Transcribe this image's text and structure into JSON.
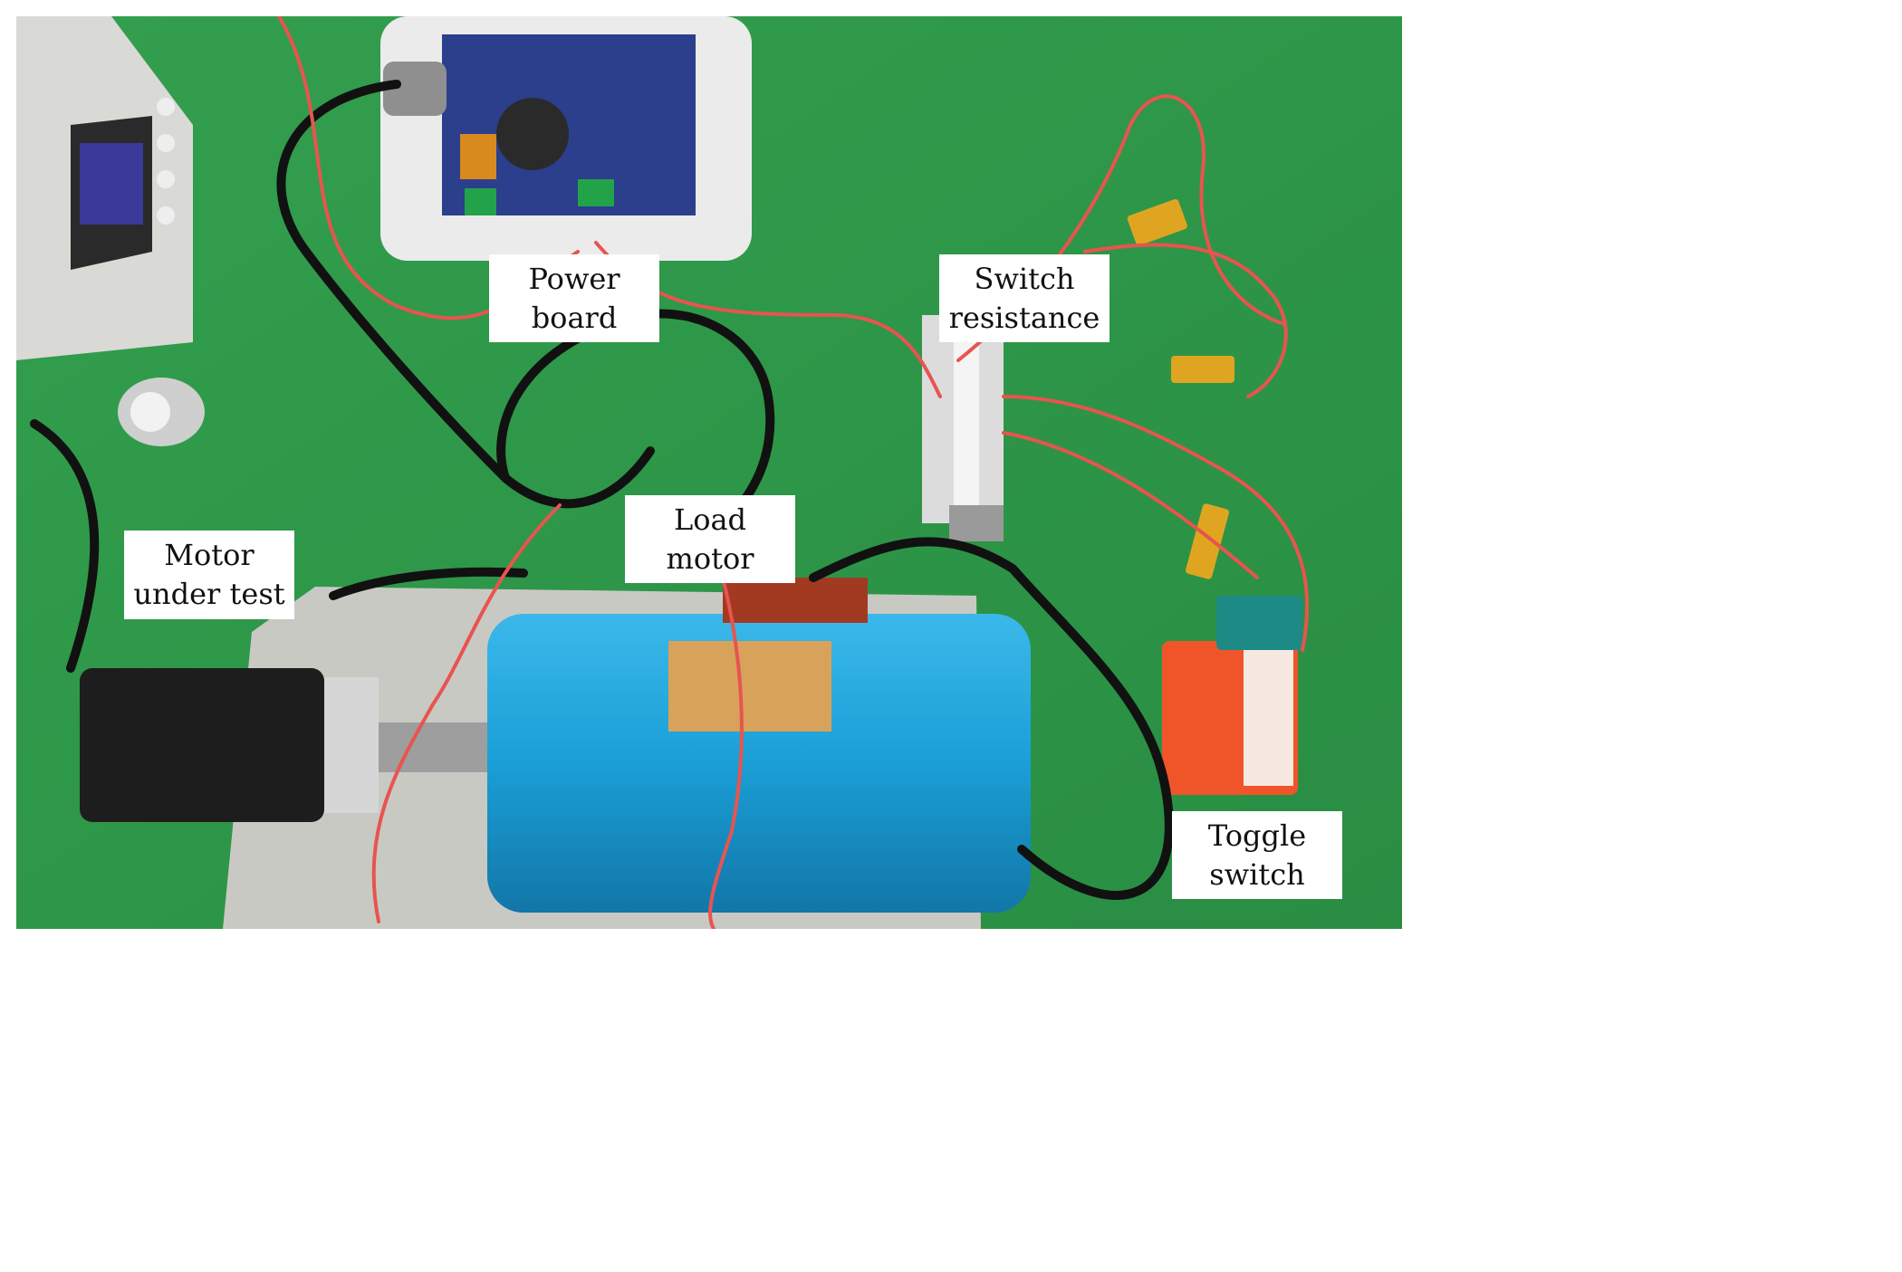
{
  "labels": {
    "power_board": [
      "Power",
      "board"
    ],
    "switch_resistance": [
      "Switch",
      "resistance"
    ],
    "load_motor": [
      "Load",
      "motor"
    ],
    "motor_under_test": [
      "Motor",
      "under test"
    ],
    "toggle_switch": [
      "Toggle",
      "switch"
    ]
  },
  "colors": {
    "bench_green": "#2f9a4a",
    "motor_blue": "#1a9fd6",
    "pcb_blue": "#2b3f8c",
    "wire_red": "#e8544f",
    "cable_black": "#111111",
    "switch_orange": "#f0552a",
    "resistor_gold": "#e0a520"
  }
}
